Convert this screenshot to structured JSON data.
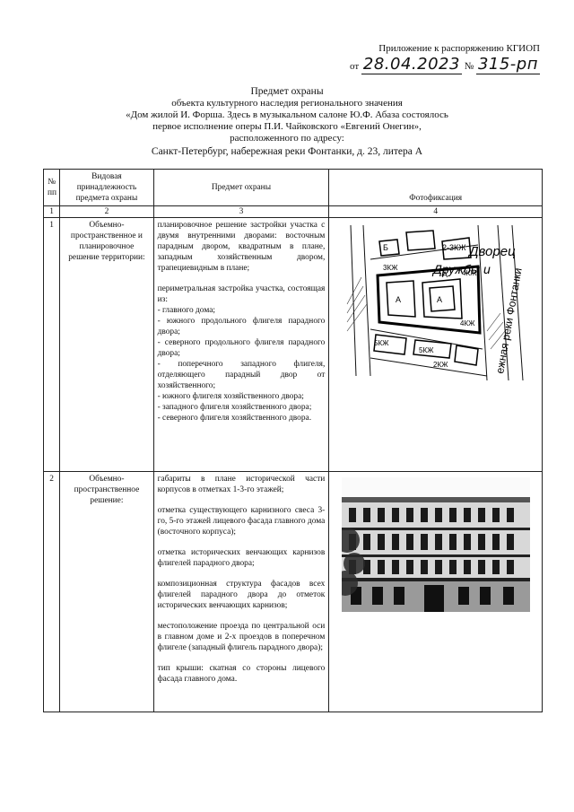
{
  "header": {
    "annex_line": "Приложение к распоряжению КГИОП",
    "from_prefix": "от",
    "date": "28.04.2023",
    "number_prefix": "№",
    "number": "315-рп"
  },
  "title": {
    "line1": "Предмет охраны",
    "line2": "объекта культурного наследия регионального значения",
    "line3": "«Дом жилой И. Форша. Здесь в музыкальном салоне Ю.Ф. Абаза состоялось",
    "line4": "первое исполнение оперы П.И. Чайковского «Евгений Онегин»,",
    "line5": "расположенного по адресу:",
    "line6": "Санкт-Петербург, набережная реки Фонтанки, д. 23, литера А"
  },
  "table": {
    "headers": {
      "no": "№ пп",
      "type": "Видовая принадлежность предмета охраны",
      "subject": "Предмет охраны",
      "photo": "Фотофиксация"
    },
    "column_numbers": [
      "1",
      "2",
      "3",
      "4"
    ],
    "rows": [
      {
        "no": "1",
        "type": "Объемно-пространственное и планировочное решение территории:",
        "paragraphs": [
          "планировочное решение застройки участка с двумя внутренними дворами: восточным парадным двором, квадратным в плане, западным хозяйственным двором, трапециевидным в плане;",
          "периметральная застройка участка, состоящая из:"
        ],
        "list_items": [
          "- главного дома;",
          "- южного продольного флигеля парадного двора;",
          "- северного продольного флигеля парадного двора;",
          "- поперечного западного флигеля, отделяющего парадный двор от хозяйственного;",
          "- южного флигеля хозяйственного двора;",
          "- западного флигеля хозяйственного двора;",
          "- северного флигеля хозяйственного двора."
        ],
        "map_labels": {
          "palace": "Дворец",
          "friendship": "Дружбы и",
          "embankment": "ежная реки Фонтанки",
          "floors": [
            "2-3КЖ",
            "4КЖ",
            "3КЖ",
            "5КЖ",
            "4КЖ",
            "5КЖ",
            "2КЖ"
          ],
          "letters": [
            "А",
            "А",
            "А",
            "Б"
          ]
        }
      },
      {
        "no": "2",
        "type": "Объемно-пространственное решение:",
        "paragraphs": [
          "габариты в плане исторической части корпусов в отметках 1-3-го этажей;",
          "отметка существующего карнизного свеса 3-го, 5-го этажей лицевого фасада главного дома (восточного корпуса);",
          "отметка исторических венчающих карнизов флигелей парадного двора;",
          "композиционная структура фасадов всех флигелей парадного двора до отметок исторических венчающих карнизов;",
          "местоположение проезда по центральной оси в главном доме и 2-х проездов в поперечном флигеле (западный флигель парадного двора);",
          "тип крыши: скатная со стороны лицевого фасада главного дома."
        ]
      }
    ]
  },
  "colors": {
    "ink": "#111111",
    "photo_dark": "#1a1a1a",
    "photo_light": "#e8e8e8"
  }
}
